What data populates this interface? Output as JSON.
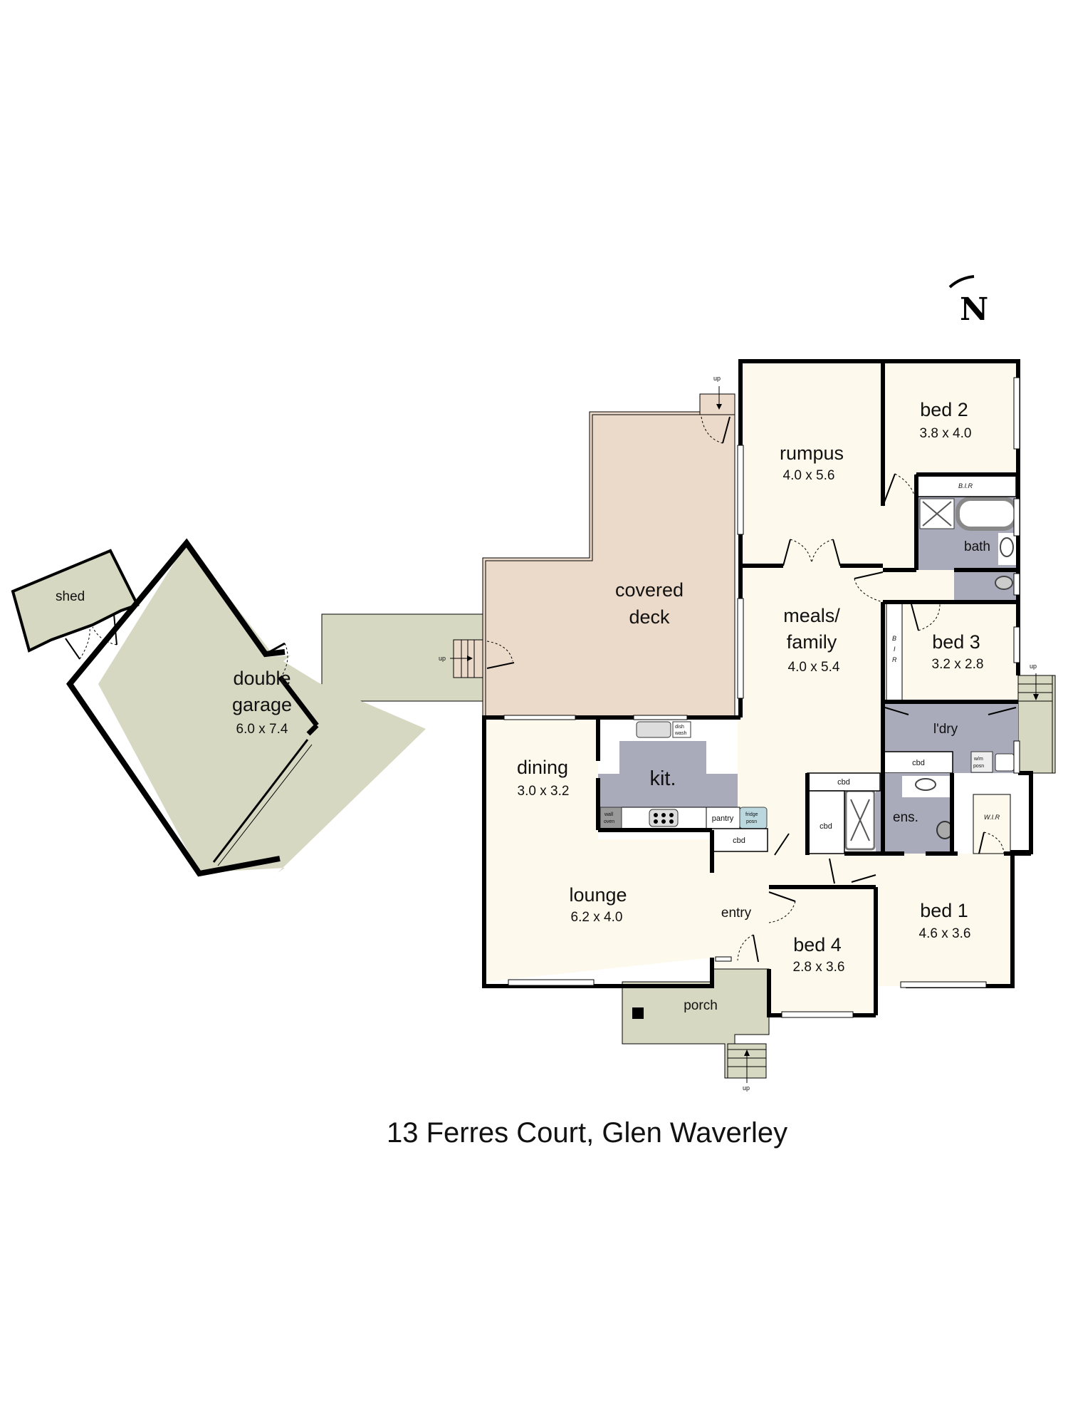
{
  "plan": {
    "title": "13 Ferres Court, Glen Waverley",
    "compass": {
      "label": "N",
      "icon": "north-arrow-icon"
    },
    "colors": {
      "interior": "#fdf9ec",
      "deck": "#ebd9c9",
      "outdoor": "#d7d8c2",
      "wet_area": "#a9abbb",
      "wall": "#000000",
      "fridge": "#bcd8df"
    },
    "rooms": {
      "shed": {
        "name": "shed"
      },
      "garage": {
        "name1": "double",
        "name2": "garage",
        "dims": "6.0 x 7.4"
      },
      "deck": {
        "name1": "covered",
        "name2": "deck"
      },
      "rumpus": {
        "name": "rumpus",
        "dims": "4.0 x 5.6"
      },
      "bed2": {
        "name": "bed 2",
        "dims": "3.8 x 4.0"
      },
      "bath": {
        "name": "bath"
      },
      "meals": {
        "name1": "meals/",
        "name2": "family",
        "dims": "4.0 x 5.4"
      },
      "bed3": {
        "name": "bed 3",
        "dims": "3.2 x 2.8"
      },
      "laundry": {
        "name": "l'dry"
      },
      "dining": {
        "name": "dining",
        "dims": "3.0 x 3.2"
      },
      "kitchen": {
        "name": "kit."
      },
      "ensuite": {
        "name": "ens."
      },
      "lounge": {
        "name": "lounge",
        "dims": "6.2 x 4.0"
      },
      "entry": {
        "name": "entry"
      },
      "bed4": {
        "name": "bed 4",
        "dims": "2.8 x 3.6"
      },
      "bed1": {
        "name": "bed 1",
        "dims": "4.6 x 3.6"
      },
      "porch": {
        "name": "porch"
      }
    },
    "fixtures": {
      "bir_bed2": "B.I.R",
      "bir_bed3": [
        "B",
        "I",
        "R"
      ],
      "wir": "W.I.R",
      "cbd": "cbd",
      "pantry": "pantry",
      "fridge": [
        "fridge",
        "posn"
      ],
      "dishwasher": [
        "dish",
        "wash"
      ],
      "wall_oven": [
        "wall",
        "oven"
      ],
      "washer": [
        "w/m",
        "posn"
      ]
    },
    "stairs": {
      "label": "up"
    }
  }
}
